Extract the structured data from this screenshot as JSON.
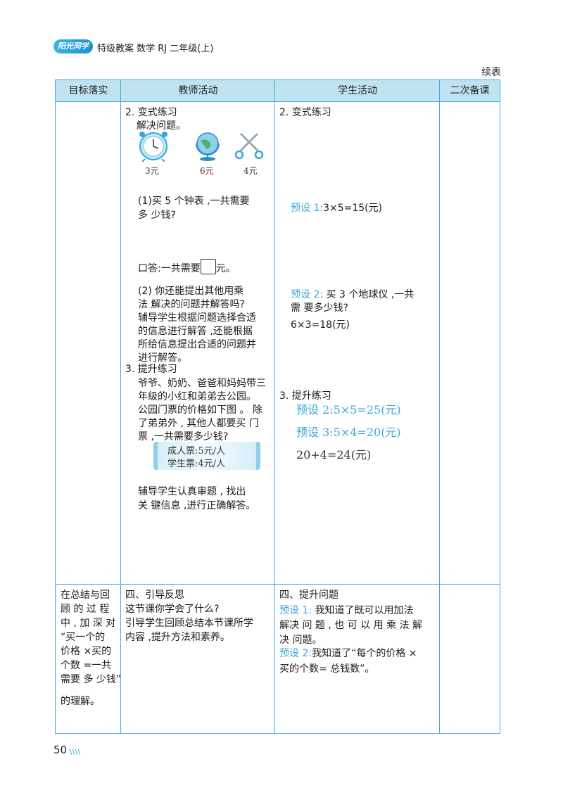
{
  "header": {
    "logo_text": "阳光同学",
    "text": "特级教案  数学  RJ 二年级(上)"
  },
  "continued_label": "续表",
  "table": {
    "headers": [
      "目标落实",
      "教师活动",
      "学生活动",
      "二次备课"
    ]
  },
  "teacher": {
    "s2_title": "2. 变式练习",
    "s2_sub": "解决问题。",
    "prices": [
      "3元",
      "6元",
      "4元"
    ],
    "q1_line1": "(1)买 5 个钟表 ,一共需要",
    "q1_line2": "多 少钱?",
    "answer_prefix": "口答:一共需要",
    "answer_suffix": "元。",
    "q2_lines": [
      "(2) 你还能提出其他用乘",
      "法 解决的问题并解答吗?",
      "辅导学生根据问题选择合适",
      "的信息进行解答 ,还能根据",
      "所给信息提出合适的问题并",
      "进行解答。"
    ],
    "s3_title": "3. 提升练习",
    "s3_lines": [
      "爷爷、奶奶、爸爸和妈妈带三",
      "年级的小红和弟弟去公园。",
      "公园门票的价格如下图 。 除",
      "了弟弟外 , 其他人都要买 门",
      "票 ,一共需要多少钱?"
    ],
    "ticket_adult": "成人票:5元/人",
    "ticket_student": "学生票:4元/人",
    "guide_lines": [
      "辅导学生认真审题 , 找出",
      "关 键信息 ,进行正确解答。"
    ],
    "s4_title": "四、引导反思",
    "s4_lines": [
      "这节课你学会了什么?",
      "引导学生回顾总结本节课所学",
      "内容 ,提升方法和素养。"
    ]
  },
  "student": {
    "s2_title": "2. 变式练习",
    "p1_label": "预设 1:",
    "p1_expr": "3×5=15(元)",
    "p2_label": "预设 2:",
    "p2_text": " 买 3 个地球仪 ,一共",
    "p2_line2": "需 要多少钱?",
    "p2_expr": "6×3=18(元)",
    "s3_title": "3. 提升练习",
    "hw1": "预设 2:5×5=25(元)",
    "hw2": "预设 3:5×4=20(元)",
    "hw3": "20+4=24(元)",
    "s4_title": "四、提升问题",
    "s4_p1_label": "预设 1:",
    "s4_p1_text": " 我知道了既可以用加法",
    "s4_p1_line2": "解决 问 题 , 也 可 以 用 乘 法 解",
    "s4_p1_line3": "决 问题。",
    "s4_p2_label": "预设 2:",
    "s4_p2_text": "我知道了“每个的价格 ×",
    "s4_p2_line2": "买的个数= 总钱数”。"
  },
  "goal": {
    "lines": [
      "在总结与回",
      "顾 的 过 程",
      "中 , 加 深 对",
      "“买一个的",
      "价格 ×买的",
      "个数 =一共",
      "需要 多 少钱”",
      "的理解。"
    ]
  },
  "footer": {
    "page_number": "50"
  }
}
